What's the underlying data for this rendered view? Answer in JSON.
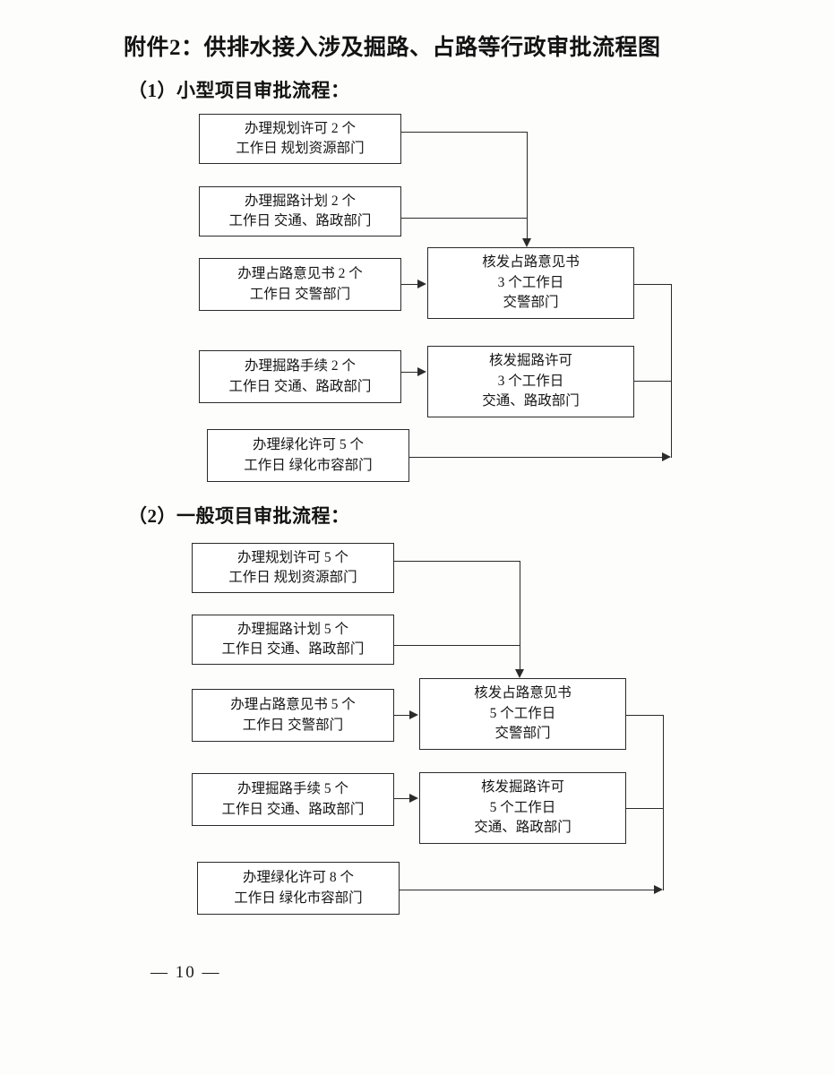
{
  "document": {
    "title": "附件2：供排水接入涉及掘路、占路等行政审批流程图",
    "page_number": "— 10 —"
  },
  "sections": [
    {
      "heading": "（1）小型项目审批流程：",
      "left_boxes": [
        {
          "line1": "办理规划许可 2 个",
          "line2": "工作日  规划资源部门"
        },
        {
          "line1": "办理掘路计划 2 个",
          "line2": "工作日  交通、路政部门"
        },
        {
          "line1": "办理占路意见书 2 个",
          "line2": "工作日  交警部门"
        },
        {
          "line1": "办理掘路手续  2 个",
          "line2": "工作日  交通、路政部门"
        },
        {
          "line1": "办理绿化许可 5 个",
          "line2": "工作日  绿化市容部门"
        }
      ],
      "right_boxes": [
        {
          "line1": "核发占路意见书",
          "line2": "3 个工作日",
          "line3": "交警部门"
        },
        {
          "line1": "核发掘路许可",
          "line2": "3 个工作日",
          "line3": "交通、路政部门"
        }
      ]
    },
    {
      "heading": "（2）一般项目审批流程：",
      "left_boxes": [
        {
          "line1": "办理规划许可 5 个",
          "line2": "工作日  规划资源部门"
        },
        {
          "line1": "办理掘路计划 5 个",
          "line2": "工作日  交通、路政部门"
        },
        {
          "line1": "办理占路意见书 5 个",
          "line2": "工作日  交警部门"
        },
        {
          "line1": "办理掘路手续 5 个",
          "line2": "工作日  交通、路政部门"
        },
        {
          "line1": "办理绿化许可 8 个",
          "line2": "工作日  绿化市容部门"
        }
      ],
      "right_boxes": [
        {
          "line1": "核发占路意见书",
          "line2": "5 个工作日",
          "line3": "交警部门"
        },
        {
          "line1": "核发掘路许可",
          "line2": "5 个工作日",
          "line3": "交通、路政部门"
        }
      ]
    }
  ],
  "colors": {
    "ink": "#2a2a2a",
    "paper": "#fdfdfc"
  }
}
